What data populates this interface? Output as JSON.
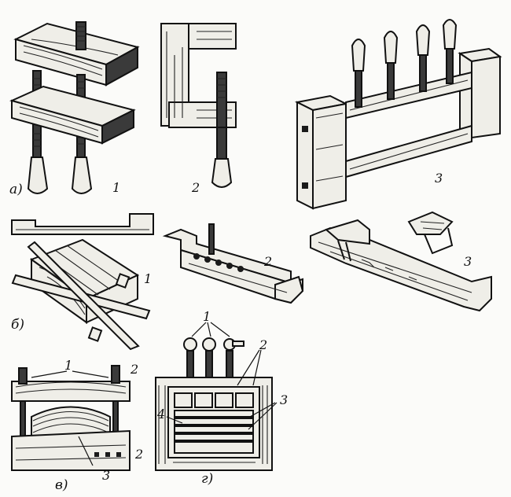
{
  "figure": {
    "groups": [
      {
        "id": "a",
        "label": "а)",
        "items": [
          "1",
          "2",
          "3"
        ]
      },
      {
        "id": "b",
        "label": "б)",
        "items": [
          "1",
          "2",
          "3"
        ]
      },
      {
        "id": "v",
        "label": "в)",
        "callouts": [
          "1",
          "2",
          "2",
          "3"
        ]
      },
      {
        "id": "g",
        "label": "г)",
        "callouts": [
          "1",
          "2",
          "3",
          "4"
        ]
      }
    ]
  }
}
